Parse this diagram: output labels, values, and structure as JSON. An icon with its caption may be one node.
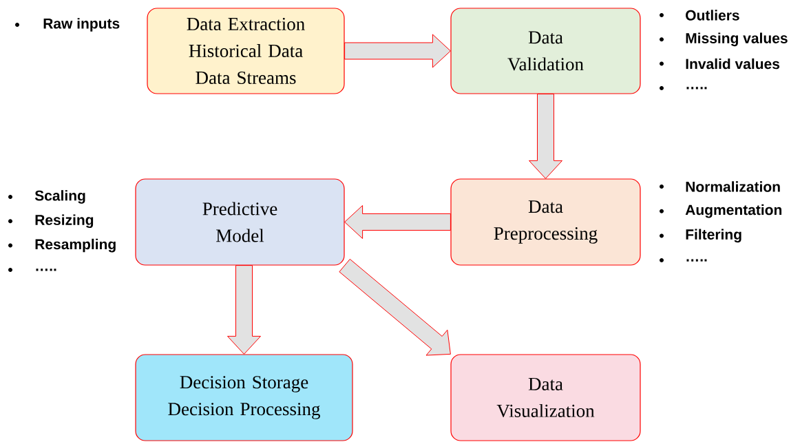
{
  "diagram": {
    "nodes": [
      {
        "text": [
          "Data Extraction",
          "Historical Data",
          "Data Streams"
        ],
        "beside": [
          "Raw inputs"
        ]
      },
      {
        "text": [
          "Data Validation"
        ],
        "beside": [
          "Outliers",
          "Missing values",
          "Invalid values",
          "….."
        ]
      },
      {
        "text": [
          "Data Preprocessing"
        ],
        "beside": [
          "Normalization",
          "Augmentation",
          "Filtering",
          "….."
        ]
      },
      {
        "text": [
          "Predictive Model"
        ],
        "beside": [
          "Scaling",
          "Resizing",
          "Resampling",
          "….."
        ]
      },
      {
        "text": [
          "Decision Storage",
          "Decision Processing"
        ]
      },
      {
        "text": [
          "Data Visualization"
        ]
      }
    ],
    "edges": [
      {
        "from": 0,
        "to": 1,
        "arrow": "to"
      },
      {
        "from": 1,
        "to": 2,
        "arrow": "to"
      },
      {
        "from": 2,
        "to": 3,
        "arrow": "to"
      },
      {
        "from": 3,
        "to": 4,
        "arrow": "to"
      },
      {
        "from": 3,
        "to": 5,
        "arrow": "to"
      }
    ]
  }
}
